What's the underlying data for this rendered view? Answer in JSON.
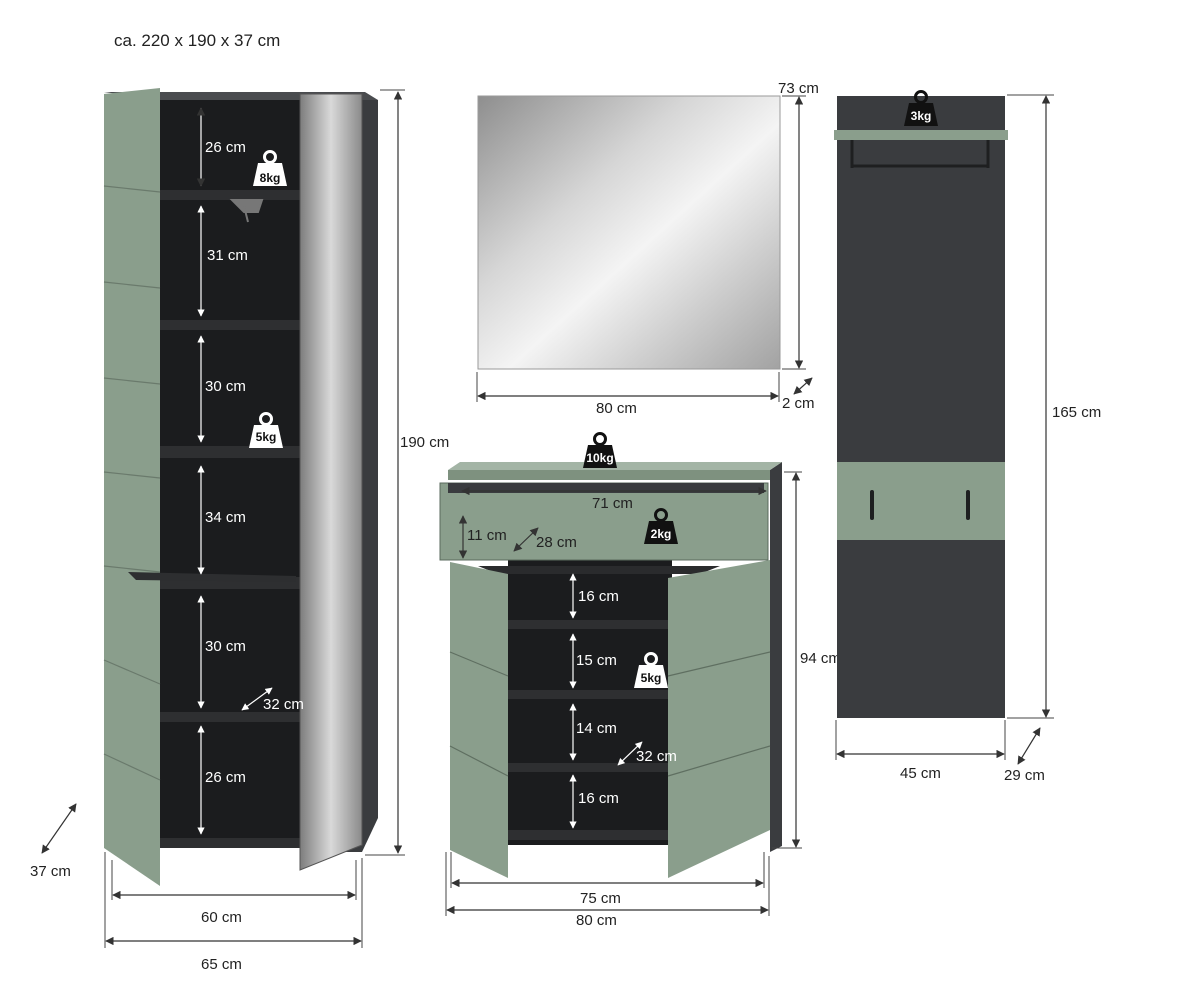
{
  "overall_size": "ca. 220 x 190 x 37 cm",
  "colors": {
    "sage": "#8a9e8c",
    "sage_light": "#9bae9d",
    "anthracite": "#3a3c3f",
    "shelf": "#2b2c2e",
    "interior": "#1b1c1e",
    "mirror_light": "#f2f2f2",
    "mirror_dark": "#9c9c9c"
  },
  "icons": [
    "weight-icon",
    "double-arrow-icon"
  ],
  "wardrobe": {
    "shelf_heights": [
      "26 cm",
      "31 cm",
      "30 cm",
      "34 cm",
      "30 cm",
      "26 cm"
    ],
    "depth_inner": "32 cm",
    "height": "190 cm",
    "depth": "37 cm",
    "width_inner": "60 cm",
    "width_outer": "65 cm",
    "weights": [
      "8kg",
      "5kg"
    ]
  },
  "mirror": {
    "height": "73 cm",
    "width": "80 cm",
    "depth": "2 cm"
  },
  "shoe_cabinet": {
    "top_weight": "10kg",
    "drawer_width": "71 cm",
    "drawer_height": "11 cm",
    "drawer_depth": "28 cm",
    "drawer_weight": "2kg",
    "shelf_heights": [
      "16 cm",
      "15 cm",
      "14 cm",
      "16 cm"
    ],
    "shelf_weight": "5kg",
    "shelf_depth": "32 cm",
    "height": "94 cm",
    "width_inner": "75 cm",
    "width_outer": "80 cm"
  },
  "coat_panel": {
    "weight": "3kg",
    "height": "165 cm",
    "width": "45 cm",
    "depth": "29 cm"
  }
}
